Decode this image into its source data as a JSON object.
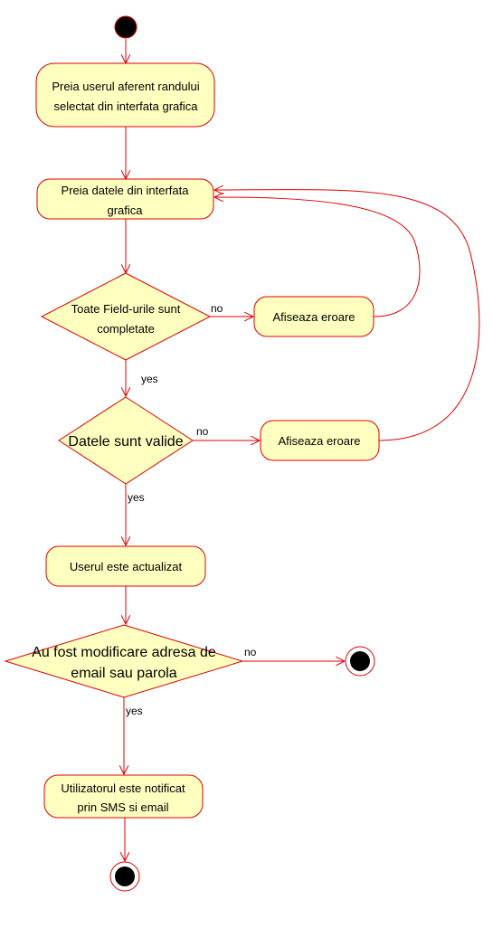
{
  "colors": {
    "stroke": "#e00000",
    "fill": "#ffffc0",
    "text": "#000000",
    "terminal": "#000000"
  },
  "nodes": {
    "a1_line1": "Preia userul aferent randului",
    "a1_line2": "selectat din interfata grafica",
    "a2_line1": "Preia datele din interfata",
    "a2_line2": "grafica",
    "d1_line1": "Toate Field-urile sunt",
    "d1_line2": "completate",
    "e1": "Afiseaza eroare",
    "d2": "Datele sunt valide",
    "e2": "Afiseaza eroare",
    "a3": "Userul este actualizat",
    "d3_line1": "Au fost modificare adresa de",
    "d3_line2": "email sau parola",
    "a4_line1": "Utilizatorul este notificat",
    "a4_line2": "prin SMS si email"
  },
  "edge_labels": {
    "d1_no": "no",
    "d1_yes": "yes",
    "d2_no": "no",
    "d2_yes": "yes",
    "d3_no": "no",
    "d3_yes": "yes"
  }
}
